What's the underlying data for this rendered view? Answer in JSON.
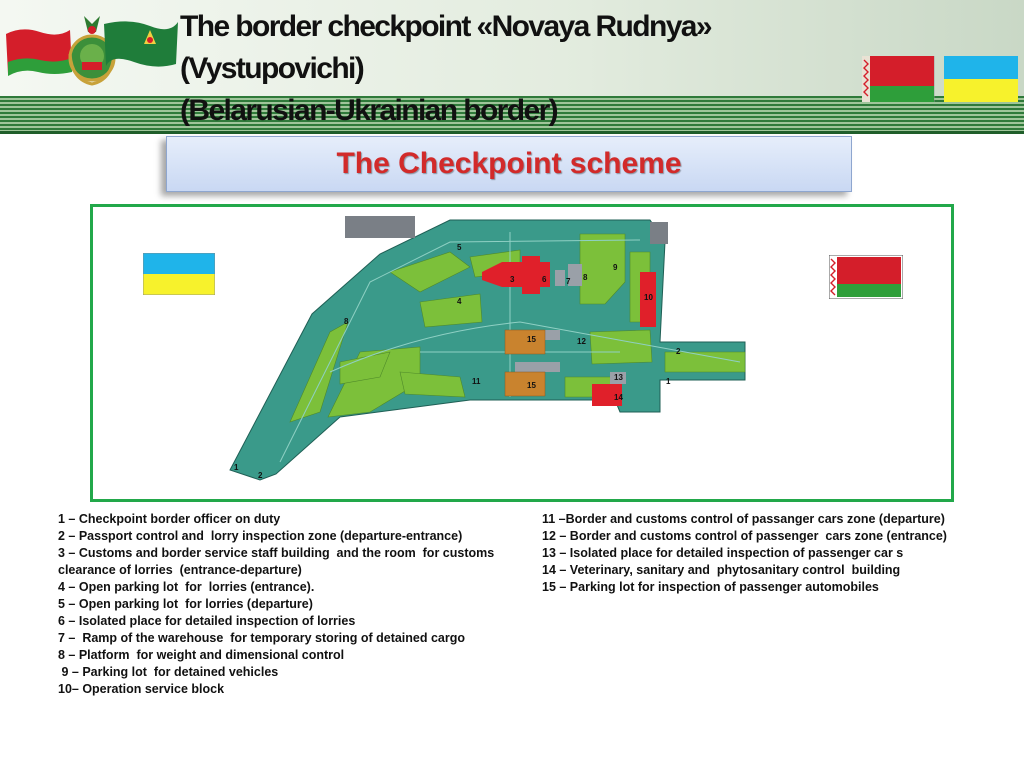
{
  "header": {
    "title_line1": "The border checkpoint «Novaya Rudnya» (Vystupovichi)",
    "title_line2": "(Belarusian-Ukrainian border)"
  },
  "scheme": {
    "title": "The Checkpoint scheme",
    "labels": [
      "1",
      "1",
      "2",
      "2",
      "3",
      "4",
      "5",
      "6",
      "7",
      "8",
      "8",
      "9",
      "10",
      "11",
      "12",
      "13",
      "14",
      "15",
      "15"
    ]
  },
  "legend": {
    "left": [
      "1 – Checkpoint border officer on duty",
      "2 – Passport control and  lorry inspection zone (departure-entrance)",
      "3 – Customs and border service staff building  and the room  for customs clearance of lorries  (entrance-departure)",
      "4 – Open parking lot  for  lorries (entrance).",
      "5 – Open parking lot  for lorries (departure)",
      "6 – Isolated place for detailed inspection of lorries",
      "7 –  Ramp of the warehouse  for temporary storing of detained cargo",
      "8 – Platform  for weight and dimensional control",
      " 9 – Parking lot  for detained vehicles",
      "10– Operation service block"
    ],
    "right": [
      "11 –Border and customs control of passanger cars zone (departure)",
      "12 – Border and customs control of passenger  cars zone (entrance)",
      "13 – Isolated place for detailed inspection of passenger car s",
      "14 – Veterinary, sanitary and  phytosanitary control  building",
      "15 – Parking lot for inspection of passenger automobiles"
    ]
  },
  "colors": {
    "accent_green": "#22a84a",
    "title_red": "#d22a2a",
    "belarus_red": "#d41e2a",
    "belarus_green": "#2e9e3a",
    "ukraine_blue": "#1fb4ea",
    "ukraine_yellow": "#f7f22c",
    "territory_teal": "#3a9a8a",
    "grass_green": "#7cc03a",
    "building_red": "#e0202a",
    "parking_orange": "#c9832e"
  },
  "icons": [
    "belarus-flag-icon",
    "state-emblem-icon",
    "border-guard-flag-icon",
    "ukraine-flag-icon"
  ]
}
